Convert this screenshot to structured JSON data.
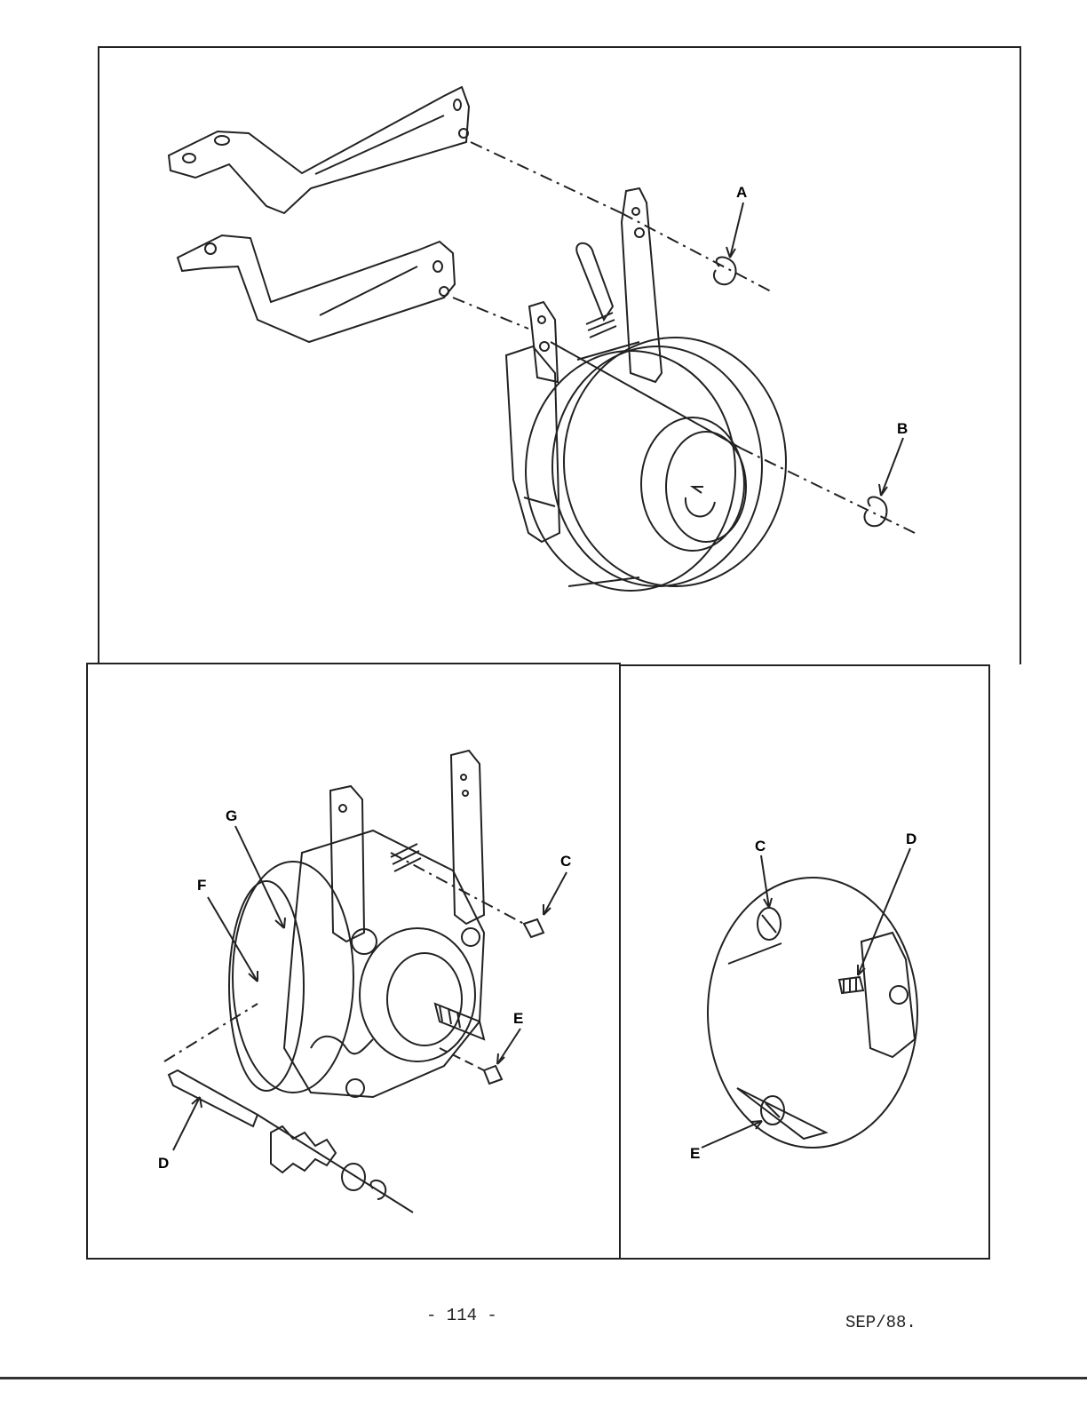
{
  "callouts": {
    "a": "A",
    "b": "B",
    "c": "C",
    "d": "D",
    "e": "E",
    "f": "F",
    "g": "G"
  },
  "footer": {
    "page_number": "- 114 -",
    "date_code": "SEP/88."
  },
  "colors": {
    "line": "#222222",
    "background": "#ffffff"
  }
}
